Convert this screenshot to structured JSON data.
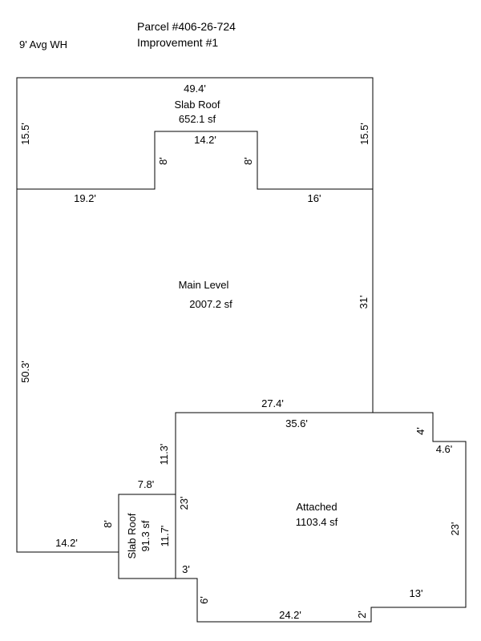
{
  "header": {
    "parcel": "Parcel #406-26-724",
    "improvement": "Improvement #1",
    "wall_height": "9' Avg WH"
  },
  "areas": {
    "slab_roof_top": {
      "name": "Slab Roof",
      "area": "652.1 sf"
    },
    "main_level": {
      "name": "Main Level",
      "area": "2007.2 sf"
    },
    "attached": {
      "name": "Attached",
      "area": "1103.4 sf"
    },
    "slab_roof_small": {
      "name": "Slab Roof",
      "area": "91.3 sf"
    }
  },
  "dimensions": {
    "top_width": "49.4'",
    "top_left_side": "15.5'",
    "top_right_side": "15.5'",
    "notch_width": "14.2'",
    "notch_left_depth": "8'",
    "notch_right_depth": "8'",
    "seg_left": "19.2'",
    "seg_right": "16'",
    "main_right_side": "31'",
    "main_left_side": "50.3'",
    "main_bottom_right": "27.4'",
    "attached_top": "35.6'",
    "attached_left_upper": "11.3'",
    "attached_jog_vertical": "4'",
    "attached_jog_horizontal": "4.6'",
    "attached_left_lower": "23'",
    "attached_right_side": "23'",
    "attached_bottom_right": "13'",
    "attached_step": "2'",
    "attached_bottom": "24.2'",
    "attached_bottom_left_side": "6'",
    "attached_bottom_left_step": "3'",
    "small_top": "7.8'",
    "small_left": "8'",
    "small_right": "11.7'",
    "main_bottom_left": "14.2'"
  }
}
